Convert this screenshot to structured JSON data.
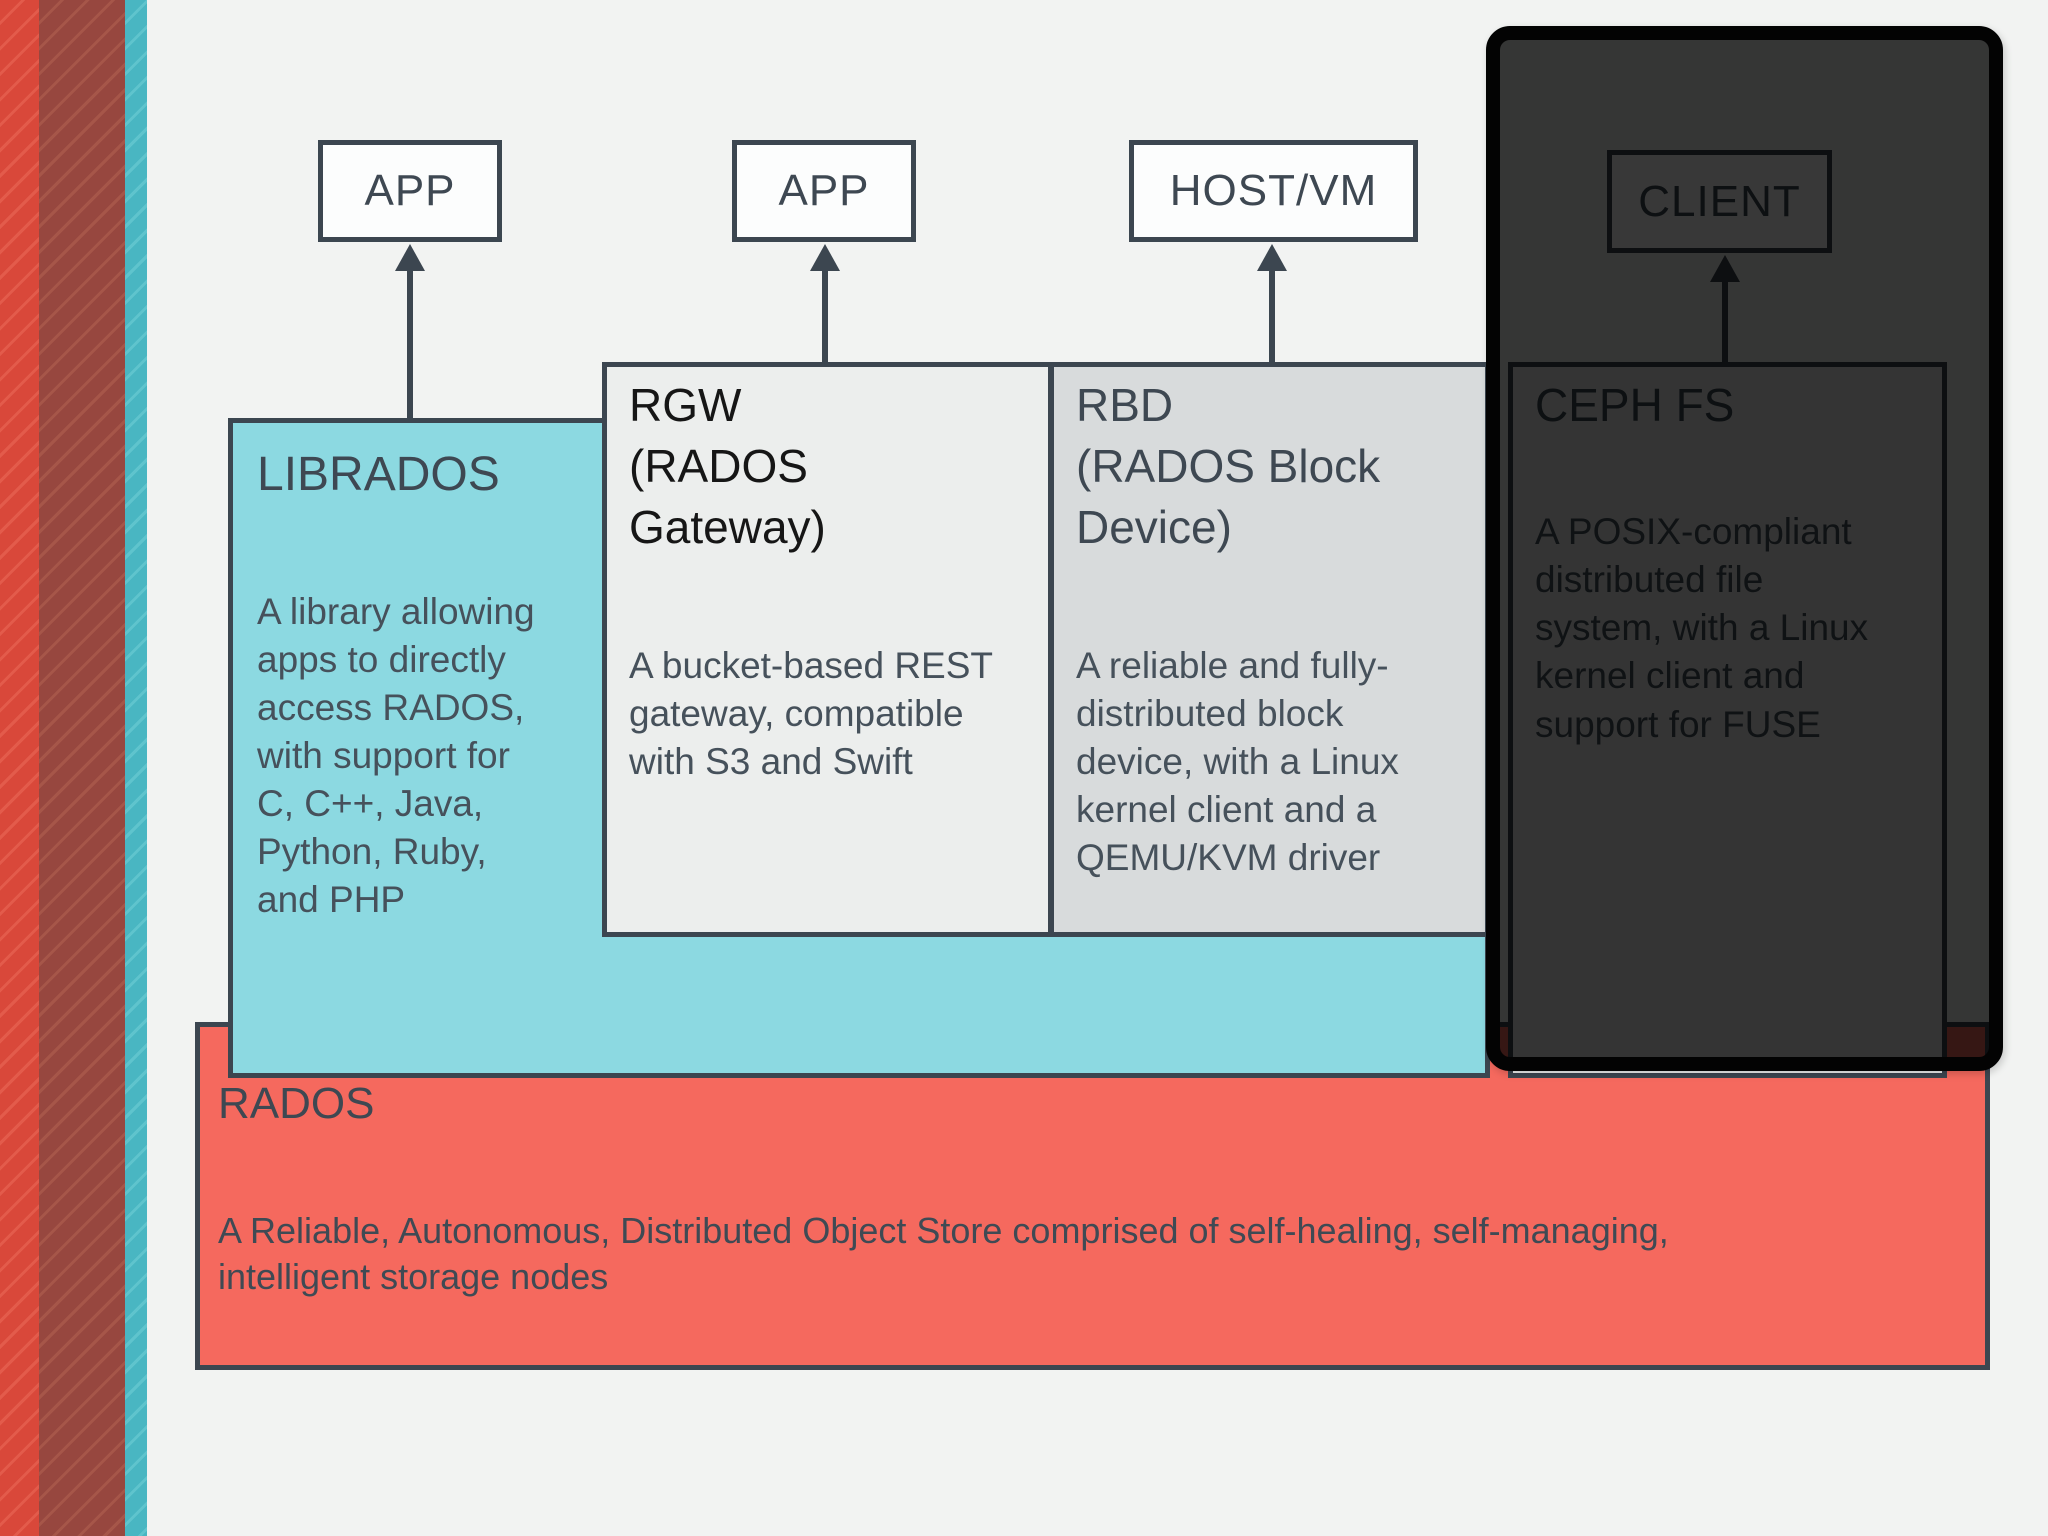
{
  "slide": {
    "description": "Ceph storage architecture diagram with spotlight on CEPH FS",
    "background_color": "#f2f3f2",
    "border_color": "#3c4650"
  },
  "decoration": {
    "stripes": [
      {
        "name": "red-band",
        "color": "#d9483a",
        "stripe_color": "#e35b4b"
      },
      {
        "name": "maroon-band",
        "color": "#97473f",
        "stripe_color": "#a65649"
      },
      {
        "name": "teal-band",
        "color": "#49b6c2",
        "stripe_color": "#5fc4cd"
      }
    ]
  },
  "top_row": {
    "boxes": [
      {
        "label": "APP"
      },
      {
        "label": "APP"
      },
      {
        "label": "HOST/VM"
      },
      {
        "label": "CLIENT"
      }
    ]
  },
  "layers": {
    "librados": {
      "title": "LIBRADOS",
      "body": "A library allowing\napps to directly\naccess RADOS,\nwith support for\nC, C++, Java,\nPython, Ruby,\nand PHP",
      "fill": "#8cd9e1"
    },
    "rgw": {
      "title": "RGW\n(RADOS\nGateway)",
      "body": "A bucket-based REST\ngateway, compatible\nwith S3 and Swift",
      "fill": "#eceeed"
    },
    "rbd": {
      "title": "RBD\n(RADOS Block\nDevice)",
      "body": "A reliable and fully-\ndistributed block\ndevice, with a Linux\nkernel client and a\nQEMU/KVM driver",
      "fill": "#d8dbdc"
    },
    "cephfs": {
      "title": "CEPH FS",
      "body": "A POSIX-compliant\ndistributed file\nsystem, with a Linux\nkernel client and\nsupport for FUSE",
      "fill": "#eceeed"
    },
    "rados": {
      "title": "RADOS",
      "body": "A Reliable, Autonomous, Distributed Object Store comprised of self-healing, self-managing,\nintelligent storage nodes",
      "fill": "#f5695e"
    }
  },
  "overlay": {
    "name": "cephfs-spotlight",
    "fill": "rgba(0,0,0,0.78)",
    "border_color": "#030303"
  }
}
